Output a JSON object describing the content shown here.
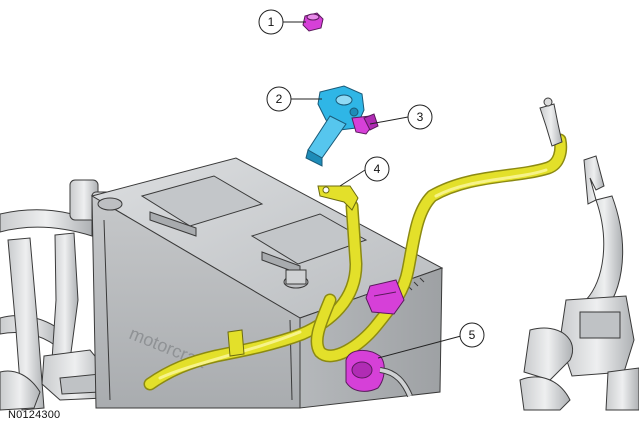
{
  "figure": {
    "reference_code": "N0124300",
    "callouts": [
      {
        "number": "1"
      },
      {
        "number": "2"
      },
      {
        "number": "3"
      },
      {
        "number": "4"
      },
      {
        "number": "5"
      }
    ]
  },
  "colors": {
    "cable": "#e3e02a",
    "cable_edge": "#8c8a12",
    "terminal_blue": "#2fb6e6",
    "terminal_magenta": "#d640d8",
    "battery_grey": "#d2d4d6",
    "line_dark": "#3a3a3a"
  }
}
